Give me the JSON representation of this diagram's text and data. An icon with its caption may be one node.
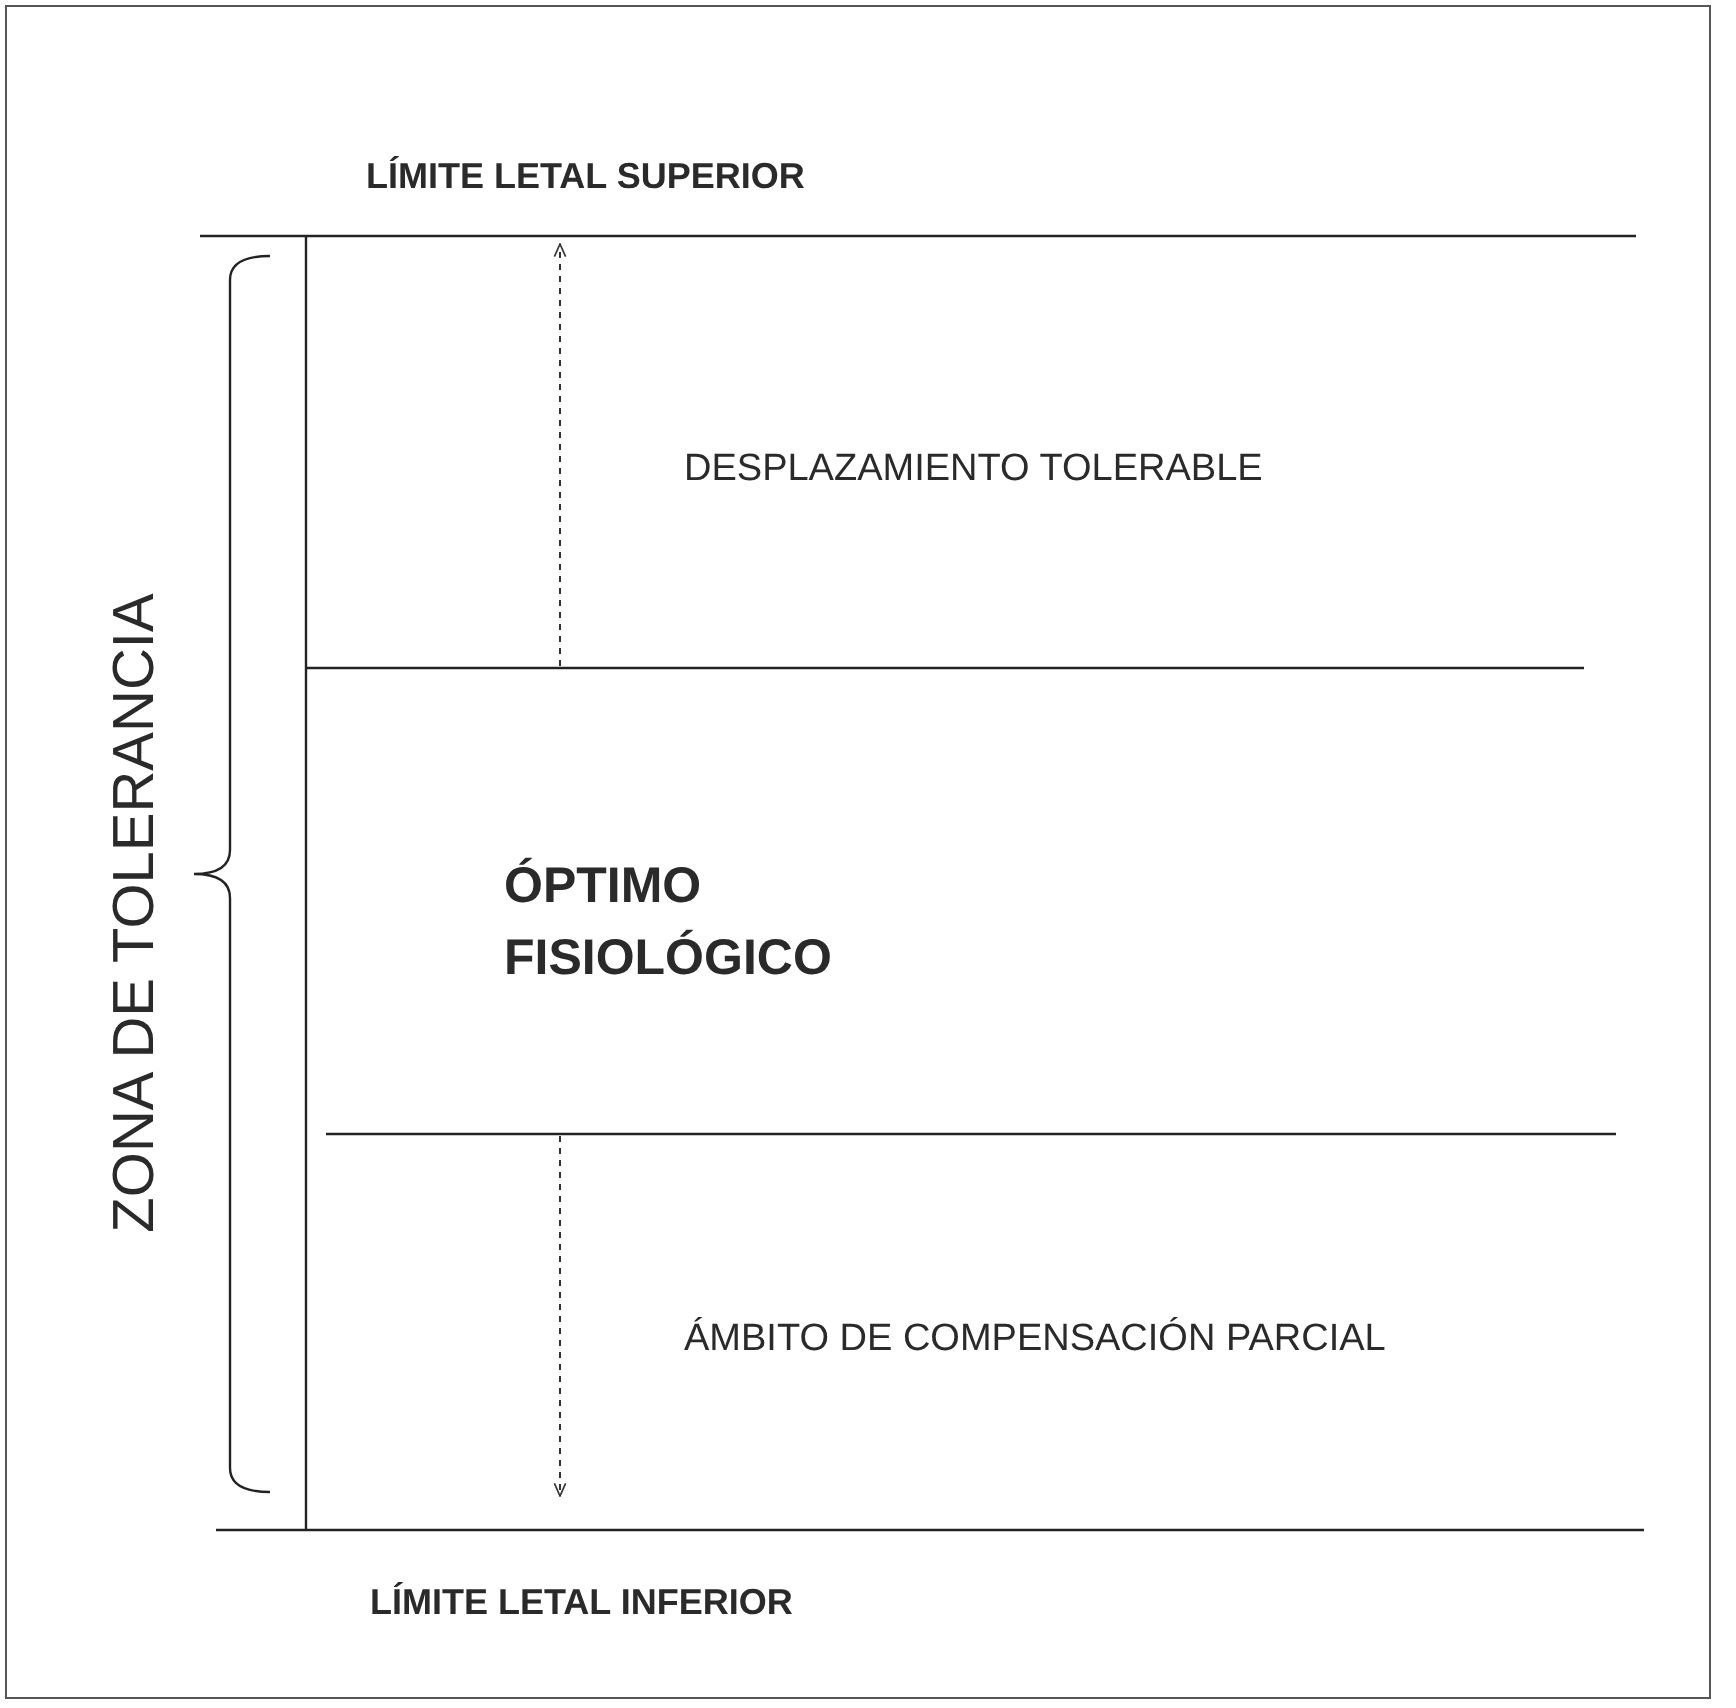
{
  "diagram": {
    "labels": [
      "LÍMITE LETAL SUPERIOR",
      "DESPLAZAMIENTO TOLERABLE",
      "ZONA DE TOLERANCIA",
      "ÓPTIMO FISIOLÓGICO",
      "ÁMBITO DE COMPENSACIÓN PARCIAL",
      "LÍMITE LETAL INFERIOR"
    ]
  }
}
